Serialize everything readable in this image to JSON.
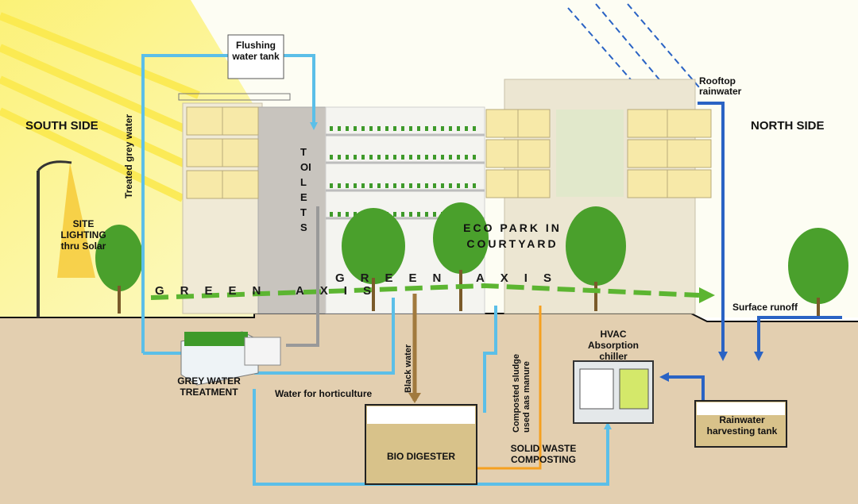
{
  "labels": {
    "south_side": "SOUTH SIDE",
    "north_side": "NORTH SIDE",
    "flushing_tank": "Flushing water tank",
    "treated_grey_water": "Treated grey water",
    "site_lighting": "SITE LIGHTING thru Solar",
    "toilets": "TOILETS",
    "eco_park": "ECO PARK IN COURTYARD",
    "green_axis_left": "GREEN AXIS",
    "green_axis_right": "GREEN AXIS",
    "rooftop_rainwater": "Rooftop rainwater",
    "surface_runoff": "Surface runoff",
    "grey_water_treatment": "GREY WATER TREATMENT",
    "water_for_horticulture": "Water for horticulture",
    "black_water": "Black water",
    "composted_sludge": "Composted sludge used aas manure",
    "hvac": "HVAC Absorption chiller",
    "rainwater_tank": "Rainwater harvesting tank",
    "bio_digester": "BIO DIGESTER",
    "solid_waste": "SOLID WASTE COMPOSTING"
  },
  "colors": {
    "water_blue": "#5bbfe8",
    "rain_blue": "#2a63c4",
    "green_axis": "#5cb531",
    "black_water_brown": "#a17a3e",
    "sludge_orange": "#f5a020",
    "ground": "#e3cfb0",
    "sun_yellow": "#fbf27a",
    "tree_green": "#4aa02c"
  }
}
